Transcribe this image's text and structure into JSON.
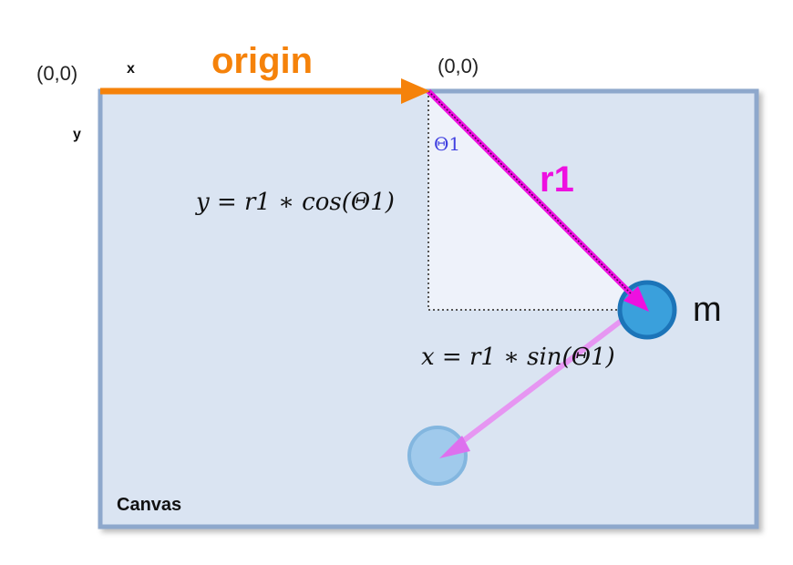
{
  "labels": {
    "origin_window": "(0,0)",
    "origin_canvas": "(0,0)",
    "x_axis": "x",
    "y_axis": "y",
    "origin": "origin",
    "theta": "Θ1",
    "r1": "r1",
    "mass": "m",
    "canvas": "Canvas"
  },
  "equations": {
    "y_formula": "y = r1 ∗ cos(Θ1)",
    "x_formula": "x = r1 ∗ sin(Θ1)"
  },
  "colors": {
    "canvas_fill": "#dae4f2",
    "canvas_border": "#8ea8cc",
    "origin_arrow": "#f5820a",
    "r1_arrow": "#ee10e0",
    "velocity_arrow": "#e88ef2",
    "ball": "#3aa0dc",
    "ball_border": "#1c74b8",
    "ghost_ball": "#9ac8ec",
    "theta_label": "#4040e0",
    "triangle_fill": "#eef2fa"
  },
  "icons": {
    "mass_ball": "filled-circle",
    "ghost_ball": "faded-circle"
  }
}
